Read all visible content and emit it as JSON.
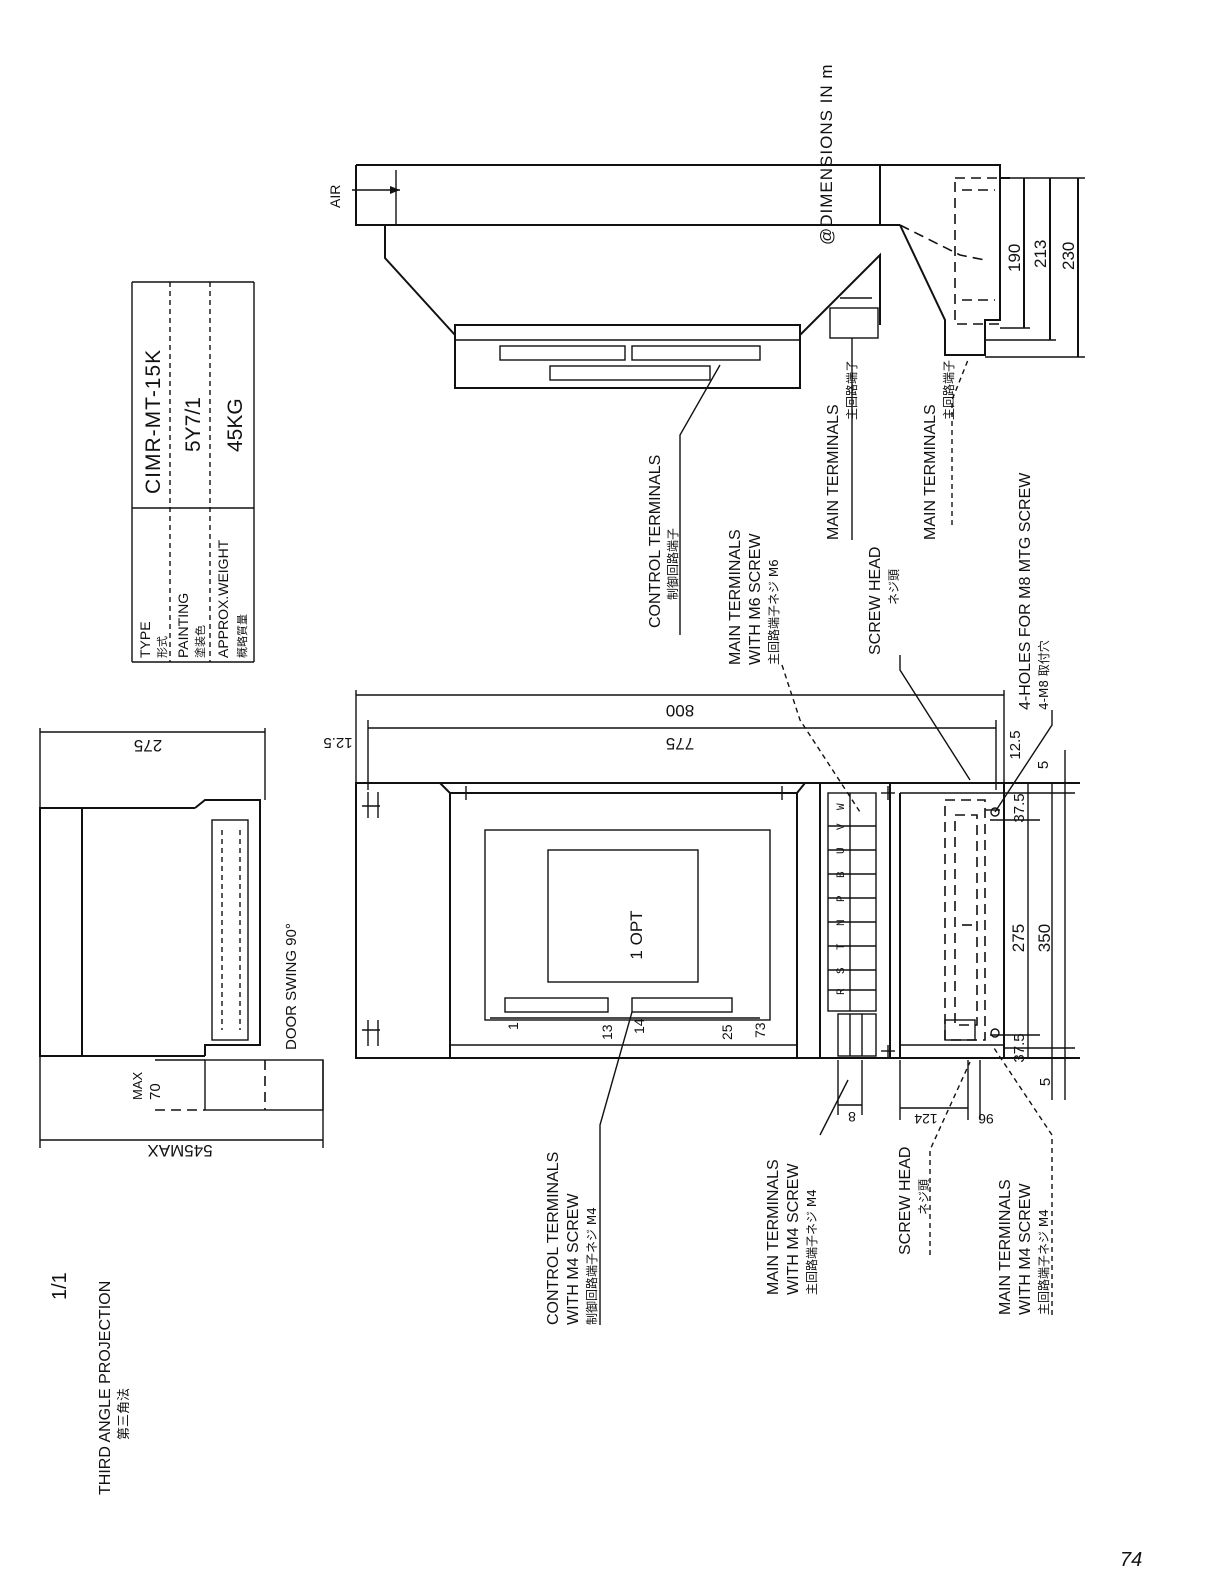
{
  "header": {
    "dimensions_note": "@DIMENSIONS IN m"
  },
  "title_block": {
    "type_label": "TYPE",
    "type_label_jp": "形式",
    "type_value": "CIMR-MT-15K",
    "painting_label": "PAINTING",
    "painting_label_jp": "塗装色",
    "painting_value": "5Y7/1",
    "weight_label": "APPROX.WEIGHT",
    "weight_label_jp": "概略質量",
    "weight_value": "45KG"
  },
  "side_view": {
    "air_label": "AIR",
    "dims": [
      "190",
      "213",
      "230"
    ]
  },
  "front_view": {
    "dims": {
      "width_total": "800",
      "width_inner": "775",
      "offset_left": "12.5",
      "offset_right": "12.5",
      "v_top": "5",
      "v_375_top": "37.5",
      "v_275": "275",
      "v_350": "350",
      "v_375_bottom": "37.5",
      "v_bottom": "5",
      "d_8": "8",
      "d_124": "124",
      "d_96": "96",
      "d_13": "13",
      "d_14": "14",
      "d_25": "25",
      "d_73": "73",
      "d_1": "1"
    },
    "opt_label": "1 OPT",
    "terminal_letters": [
      "R",
      "S",
      "T",
      "N",
      "P",
      "B",
      "U",
      "V",
      "W"
    ]
  },
  "left_view": {
    "dims": {
      "d_275": "275",
      "d_545": "545MAX",
      "max_label": "MAX",
      "max_value": "70"
    },
    "door_swing": "DOOR SWING 90°"
  },
  "callouts": {
    "control_terminals_top": {
      "en": "CONTROL TERMINALS",
      "jp": "制御回路端子"
    },
    "main_terminals_m6": {
      "line1": "MAIN TERMINALS",
      "line2": "WITH M6 SCREW",
      "line3": "主回路端子ネジ M6"
    },
    "main_terminals_a": {
      "en": "MAIN TERMINALS",
      "jp": "主回路端子"
    },
    "main_terminals_b": {
      "en": "MAIN TERMINALS",
      "jp": "主回路端子"
    },
    "screw_head_top": {
      "en": "SCREW HEAD",
      "jp": "ネジ頭"
    },
    "mtg_holes": {
      "en": "4-HOLES FOR M8 MTG SCREW",
      "jp": "4-M8 取付穴"
    },
    "control_terminals_bottom": {
      "line1": "CONTROL TERMINALS",
      "line2": "WITH M4 SCREW",
      "line3": "制御回路端子ネジ M4"
    },
    "main_terminals_m4_a": {
      "line1": "MAIN TERMINALS",
      "line2": "WITH M4 SCREW",
      "line3": "主回路端子ネジ M4"
    },
    "screw_head_bottom": {
      "en": "SCREW HEAD",
      "jp": "ネジ頭"
    },
    "main_terminals_m4_b": {
      "line1": "MAIN TERMINALS",
      "line2": "WITH M4 SCREW",
      "line3": "主回路端子ネジ M4"
    }
  },
  "footer": {
    "projection": "THIRD ANGLE PROJECTION",
    "projection_jp": "第三角法",
    "scale": "1/1",
    "page_number": "74"
  }
}
